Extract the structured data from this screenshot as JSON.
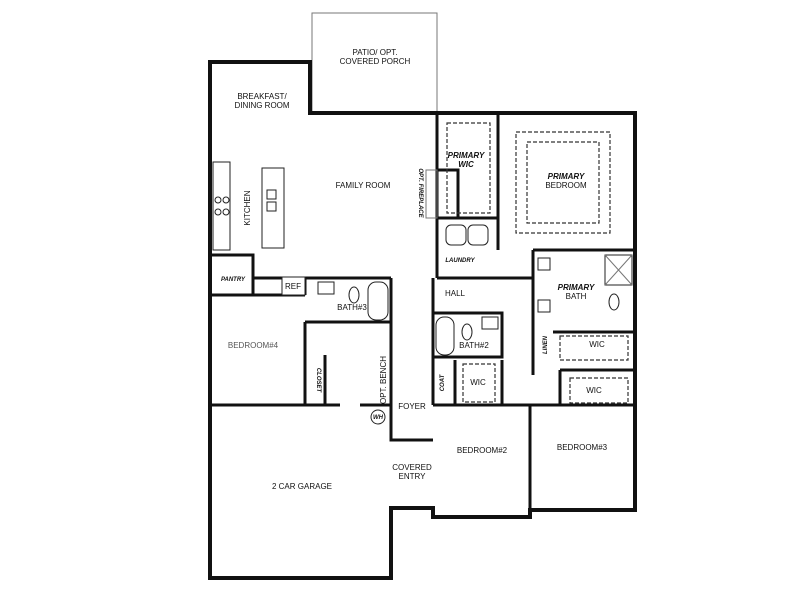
{
  "rooms": {
    "patio_1": "PATIO/ OPT.",
    "patio_2": "COVERED PORCH",
    "breakfast_1": "BREAKFAST/",
    "breakfast_2": "DINING ROOM",
    "family_room": "FAMILY ROOM",
    "kitchen": "KITCHEN",
    "pantry": "PANTRY",
    "ref": "REF",
    "fireplace": "OPT. FIREPLACE",
    "primary_wic_1": "PRIMARY",
    "primary_wic_2": "WIC",
    "primary_bedroom_1": "PRIMARY",
    "primary_bedroom_2": "BEDROOM",
    "laundry": "LAUNDRY",
    "hall": "HALL",
    "primary_bath_1": "PRIMARY",
    "primary_bath_2": "BATH",
    "linen": "LINEN",
    "primary_bath_wic": "WIC",
    "bath2": "BATH#2",
    "bath3": "BATH#3",
    "bedroom4": "BEDROOM#4",
    "closet": "CLOSET",
    "bench": "OPT. BENCH",
    "water_heater": "WH",
    "foyer": "FOYER",
    "coat": "COAT",
    "bedroom2_wic": "WIC",
    "bedroom3_wic": "WIC",
    "covered_entry_1": "COVERED",
    "covered_entry_2": "ENTRY",
    "bedroom2": "BEDROOM#2",
    "bedroom3": "BEDROOM#3",
    "garage": "2 CAR GARAGE"
  }
}
